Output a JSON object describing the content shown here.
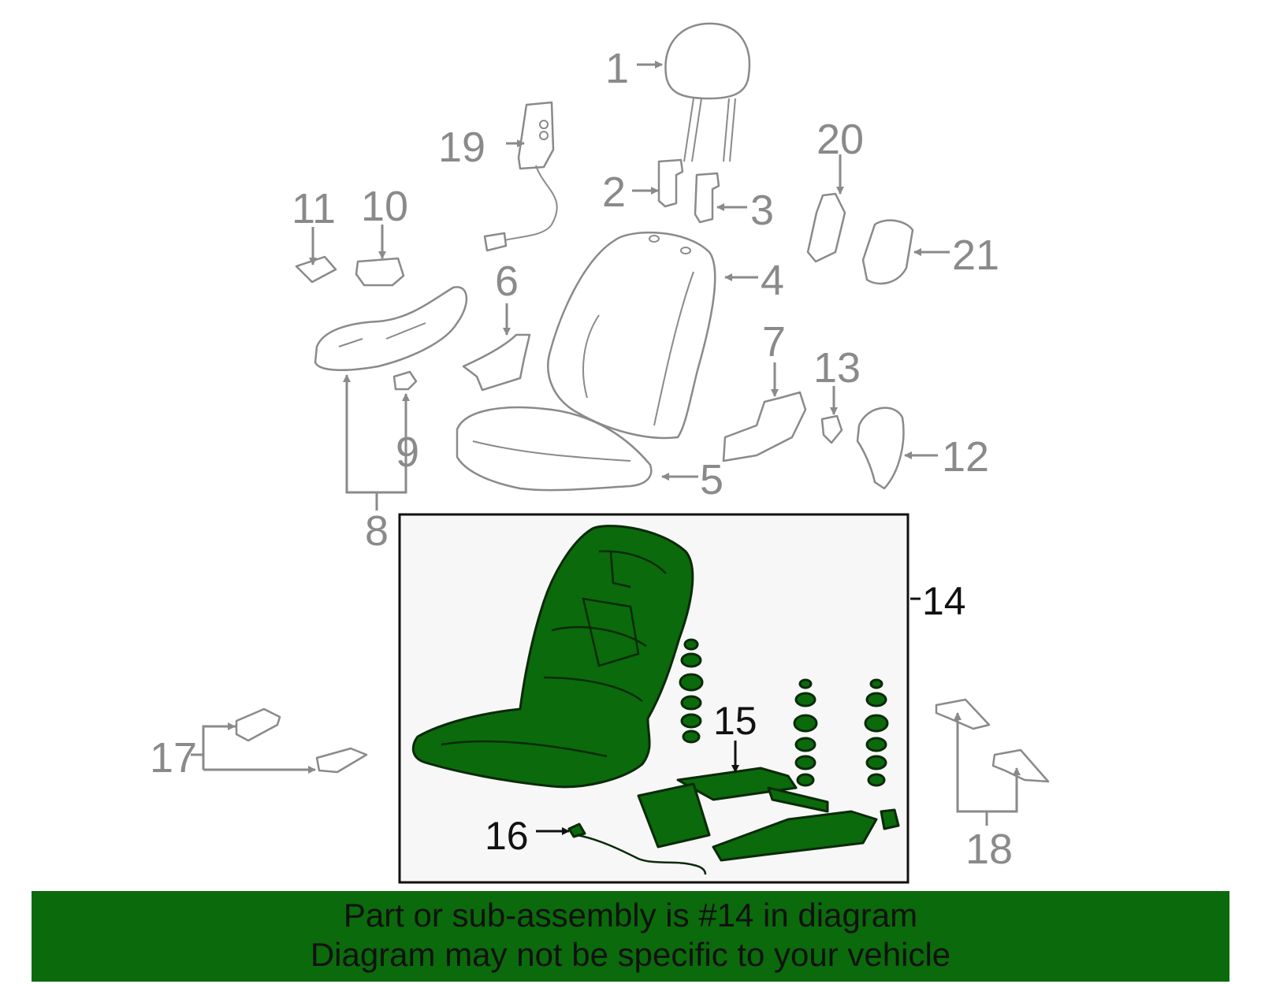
{
  "callouts": {
    "c1": "1",
    "c2": "2",
    "c3": "3",
    "c4": "4",
    "c5": "5",
    "c6": "6",
    "c7": "7",
    "c8": "8",
    "c9": "9",
    "c10": "10",
    "c11": "11",
    "c12": "12",
    "c13": "13",
    "c14": "14",
    "c15": "15",
    "c16": "16",
    "c17": "17",
    "c18": "18",
    "c19": "19",
    "c20": "20",
    "c21": "21"
  },
  "banner": {
    "line1": "Part or sub-assembly is #14 in diagram",
    "line2": "Diagram may not be specific to your vehicle"
  },
  "colors": {
    "highlight": "#0b6a0b",
    "outline_gray": "#8a8a8a",
    "box_background": "#f7f7f7"
  }
}
